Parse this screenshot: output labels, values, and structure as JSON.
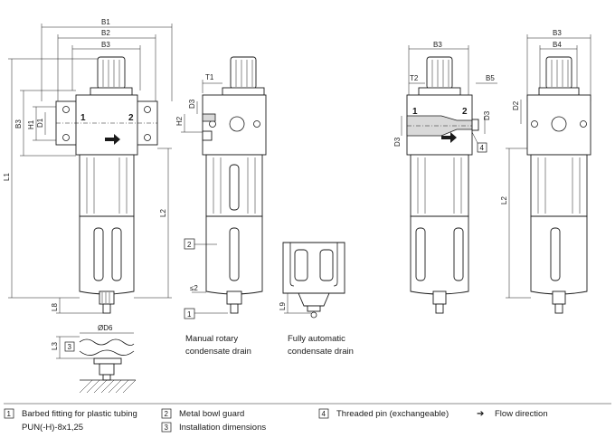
{
  "dimensions": {
    "B1": "B1",
    "B2": "B2",
    "B3": "B3",
    "B4": "B4",
    "B5": "B5",
    "T1": "T1",
    "T2": "T2",
    "D1": "D1",
    "D2": "D2",
    "D3": "D3",
    "D6": "ØD6",
    "H1": "H1",
    "H2": "H2",
    "L1": "L1",
    "L2": "L2",
    "L3": "L3",
    "L8": "L8",
    "L9": "L9",
    "gap": "≤2"
  },
  "ports": {
    "in": "1",
    "out": "2"
  },
  "callouts": {
    "c1": "1",
    "c2": "2",
    "c3": "3",
    "c4": "4"
  },
  "notes": {
    "manual": [
      "Manual rotary",
      "condensate drain"
    ],
    "auto": [
      "Fully automatic",
      "condensate drain"
    ]
  },
  "legend": {
    "item1": {
      "num": "1",
      "line1": "Barbed fitting for plastic tubing",
      "line2": "PUN(-H)-8x1,25"
    },
    "item2": {
      "num": "2",
      "text": "Metal bowl guard"
    },
    "item3": {
      "num": "3",
      "text": "Installation dimensions"
    },
    "item4": {
      "num": "4",
      "text": "Threaded pin (exchangeable)"
    },
    "flow": {
      "symbol": "➔",
      "text": "Flow direction"
    }
  }
}
